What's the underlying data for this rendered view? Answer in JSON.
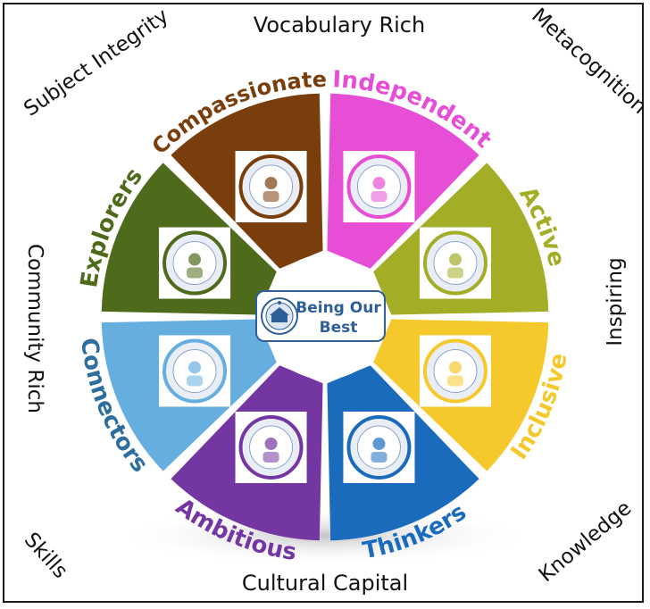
{
  "outer_words": {
    "top": "Vocabulary Rich",
    "top_left": "Subject Integrity",
    "top_right": "Metacognition",
    "left": "Community Rich",
    "right": "Inspiring",
    "bottom_left": "Skills",
    "bottom": "Cultural Capital",
    "bottom_right": "Knowledge"
  },
  "segments": [
    {
      "label": "Independent",
      "color": "#e64ed6",
      "text_color": "#e64ed6",
      "icon": "child-with-tree-drawing"
    },
    {
      "label": "Active",
      "color": "#a3ad26",
      "text_color": "#a3ad26",
      "icon": "children-playing-drawing"
    },
    {
      "label": "Inclusive",
      "color": "#f5c92c",
      "text_color": "#f5c92c",
      "icon": "group-of-children-drawing"
    },
    {
      "label": "Thinkers",
      "color": "#1b6bbd",
      "text_color": "#1b6bbd",
      "icon": "lightbulb-head-drawing"
    },
    {
      "label": "Ambitious",
      "color": "#7436a1",
      "text_color": "#7436a1",
      "icon": "mountain-climb-drawing"
    },
    {
      "label": "Connectors",
      "color": "#67aee0",
      "text_color": "#2e6e9e",
      "icon": "jigsaw-puzzle-drawing"
    },
    {
      "label": "Explorers",
      "color": "#4d6b1a",
      "text_color": "#4d6b1a",
      "icon": "explorer-child-drawing"
    },
    {
      "label": "Compassionate",
      "color": "#7a3e0c",
      "text_color": "#7a3e0c",
      "icon": "smiling-heart-face-drawing"
    }
  ],
  "center": {
    "title_line1": "Being Our",
    "title_line2": "Best",
    "badge_icon": "school-crest-icon",
    "color": "#2f5f99"
  }
}
